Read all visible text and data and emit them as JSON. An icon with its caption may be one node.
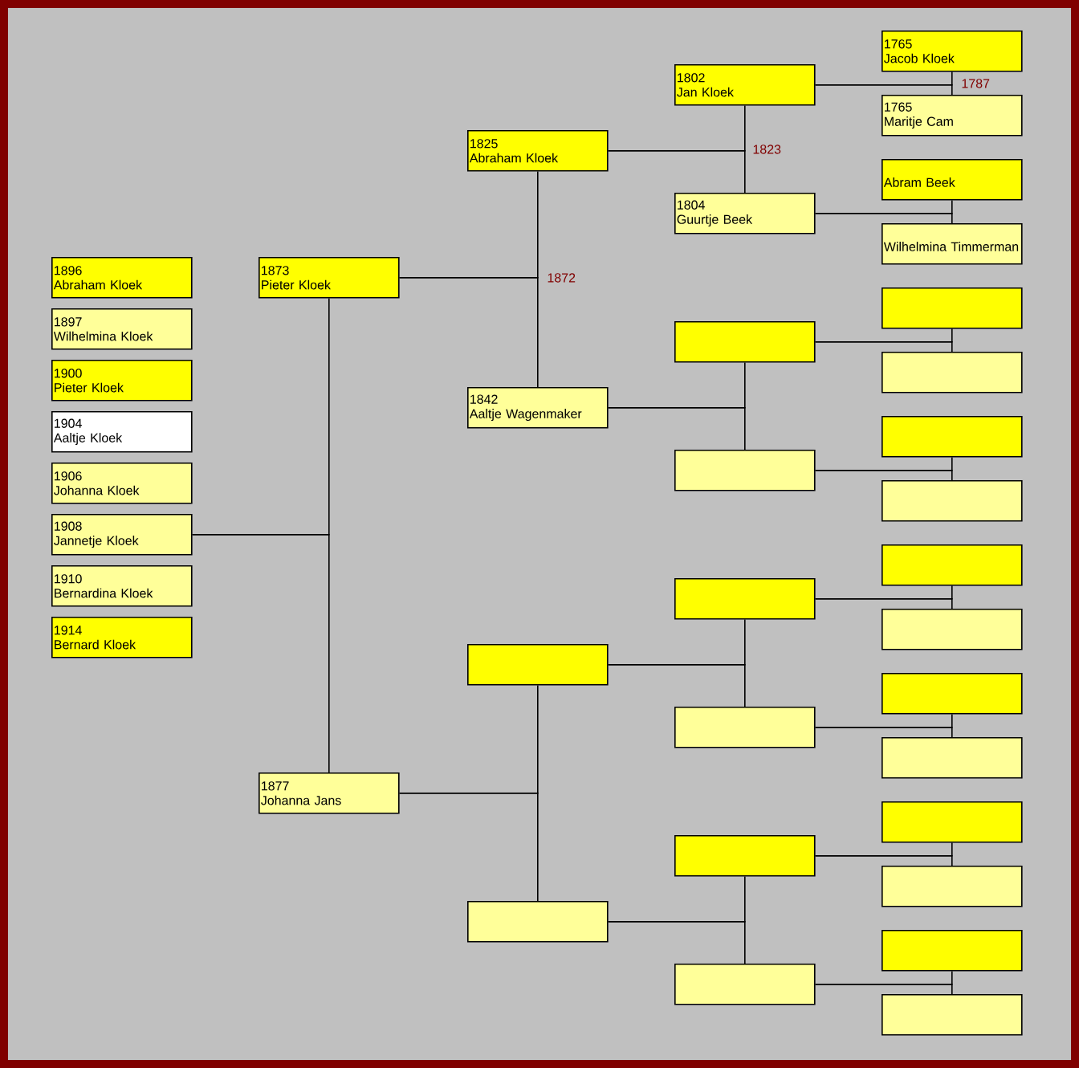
{
  "diagram": {
    "nodes": [
      {
        "text": [
          "1896",
          "Abraham Kloek"
        ]
      },
      {
        "text": [
          "1897",
          "Wilhelmina Kloek"
        ]
      },
      {
        "text": [
          "1900",
          "Pieter Kloek"
        ]
      },
      {
        "text": [
          "1904",
          "Aaltje Kloek"
        ]
      },
      {
        "text": [
          "1906",
          "Johanna Kloek"
        ]
      },
      {
        "text": [
          "1908",
          "Jannetje Kloek"
        ]
      },
      {
        "text": [
          "1910",
          "Bernardina Kloek"
        ]
      },
      {
        "text": [
          "1914",
          "Bernard Kloek"
        ]
      },
      {
        "text": [
          "1873",
          "Pieter Kloek"
        ]
      },
      {
        "text": [
          "1877",
          "Johanna Jans"
        ]
      },
      {
        "text": [
          "1825",
          "Abraham Kloek"
        ]
      },
      {
        "text": [
          "1842",
          "Aaltje Wagenmaker"
        ]
      },
      {
        "text": [],
        "shape": "box"
      },
      {
        "text": [],
        "shape": "box"
      },
      {
        "text": [
          "1802",
          "Jan Kloek"
        ]
      },
      {
        "text": [
          "1804",
          "Guurtje Beek"
        ]
      },
      {
        "text": [],
        "shape": "box"
      },
      {
        "text": [],
        "shape": "box"
      },
      {
        "text": [],
        "shape": "box"
      },
      {
        "text": [],
        "shape": "box"
      },
      {
        "text": [],
        "shape": "box"
      },
      {
        "text": [],
        "shape": "box"
      },
      {
        "text": [
          "1765",
          "Jacob Kloek"
        ]
      },
      {
        "text": [
          "1765",
          "Maritje Cam"
        ]
      },
      {
        "text": [
          "Abram Beek"
        ]
      },
      {
        "text": [
          "Wilhelmina Timmerman"
        ]
      },
      {
        "text": [],
        "shape": "box"
      },
      {
        "text": [],
        "shape": "box"
      },
      {
        "text": [],
        "shape": "box"
      },
      {
        "text": [],
        "shape": "box"
      },
      {
        "text": [],
        "shape": "box"
      },
      {
        "text": [],
        "shape": "box"
      },
      {
        "text": [],
        "shape": "box"
      },
      {
        "text": [],
        "shape": "box"
      },
      {
        "text": [],
        "shape": "box"
      },
      {
        "text": [],
        "shape": "box"
      },
      {
        "text": [],
        "shape": "box"
      },
      {
        "text": [],
        "shape": "box"
      }
    ],
    "edges": [
      {
        "from": 5,
        "to": 8,
        "arrow": "none"
      },
      {
        "from": 5,
        "to": 9,
        "arrow": "none"
      },
      {
        "from": 8,
        "to": 10,
        "arrow": "none"
      },
      {
        "from": 8,
        "to": 11,
        "arrow": "none"
      },
      {
        "from": 9,
        "to": 12,
        "arrow": "none"
      },
      {
        "from": 9,
        "to": 13,
        "arrow": "none"
      },
      {
        "from": 10,
        "to": 14,
        "arrow": "none"
      },
      {
        "from": 10,
        "to": 15,
        "arrow": "none"
      },
      {
        "from": 11,
        "to": 16,
        "arrow": "none"
      },
      {
        "from": 11,
        "to": 17,
        "arrow": "none"
      },
      {
        "from": 12,
        "to": 18,
        "arrow": "none"
      },
      {
        "from": 12,
        "to": 19,
        "arrow": "none"
      },
      {
        "from": 13,
        "to": 20,
        "arrow": "none"
      },
      {
        "from": 13,
        "to": 21,
        "arrow": "none"
      },
      {
        "from": 14,
        "to": 22,
        "arrow": "none"
      },
      {
        "from": 14,
        "to": 23,
        "arrow": "none"
      },
      {
        "from": 15,
        "to": 24,
        "arrow": "none"
      },
      {
        "from": 15,
        "to": 25,
        "arrow": "none"
      },
      {
        "from": 16,
        "to": 26,
        "arrow": "none"
      },
      {
        "from": 16,
        "to": 27,
        "arrow": "none"
      },
      {
        "from": 17,
        "to": 28,
        "arrow": "none"
      },
      {
        "from": 17,
        "to": 29,
        "arrow": "none"
      },
      {
        "from": 18,
        "to": 30,
        "arrow": "none"
      },
      {
        "from": 18,
        "to": 31,
        "arrow": "none"
      },
      {
        "from": 19,
        "to": 32,
        "arrow": "none"
      },
      {
        "from": 19,
        "to": 33,
        "arrow": "none"
      },
      {
        "from": 20,
        "to": 34,
        "arrow": "none"
      },
      {
        "from": 20,
        "to": 35,
        "arrow": "none"
      },
      {
        "from": 21,
        "to": 36,
        "arrow": "none"
      },
      {
        "from": 21,
        "to": 37,
        "arrow": "none"
      }
    ],
    "labels": [
      "1787",
      "1823",
      "1872"
    ]
  }
}
